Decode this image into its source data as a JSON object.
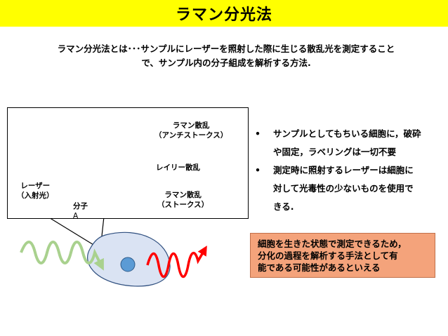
{
  "title": "ラマン分光法",
  "definition": {
    "line1": "ラマン分光法とは･･･サンプルにレーザーを照射した際に生じる散乱光を測定すること",
    "line2": "で、サンプル内の分子組成を解析する方法."
  },
  "diagram": {
    "anti_stokes_label_1": "ラマン散乱",
    "anti_stokes_label_2": "（アンチストークス）",
    "rayleigh_label": "レイリー散乱",
    "stokes_label_1": "ラマン散乱",
    "stokes_label_2": "（ストークス）",
    "laser_label_1": "レーザー",
    "laser_label_2": "（入射光）",
    "molecule_label_1": "分子",
    "molecule_label_2": "A",
    "colors": {
      "incident_green": "#a9d18e",
      "anti_stokes_orange": "#f4b183",
      "stokes_red": "#ff0000",
      "molecule_blue": "#5b9bd5",
      "cell_fill": "#dae3f3"
    }
  },
  "bullets": [
    {
      "marker": "•",
      "line1": "サンプルとしてもちいる細胞に，破砕",
      "line2": "や固定，ラベリングは一切不要"
    },
    {
      "marker": "•",
      "line1": "測定時に照射するレーザーは細胞に",
      "line2": "対して光毒性の少ないものを使用で",
      "line3": "きる."
    }
  ],
  "callout": {
    "line1": "細胞を生きた状態で測定できるため，",
    "line2": "分化の過程を解析する手法として有",
    "line3": "能である可能性があるといえる"
  }
}
